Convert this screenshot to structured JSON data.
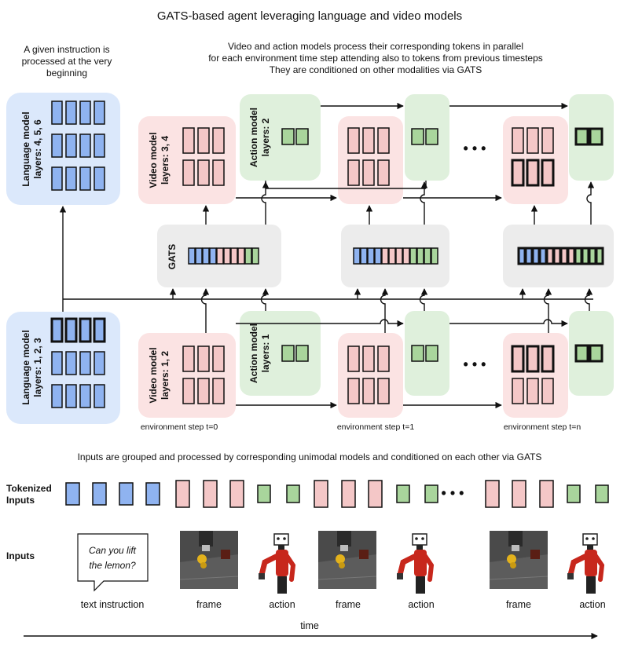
{
  "title": "GATS-based agent leveraging language and video models",
  "left_note": [
    "A given instruction is",
    "processed at the very",
    "beginning"
  ],
  "top_note": [
    "Video and action models process their corresponding tokens in parallel",
    "for each environment time step attending also to tokens from previous timesteps",
    "They are conditioned on other modalities via GATS"
  ],
  "language_top": [
    "Language model",
    "layers: 4, 5, 6"
  ],
  "language_bottom": [
    "Language model",
    "layers: 1, 2, 3"
  ],
  "video_top": [
    "Video model",
    "layers: 3, 4"
  ],
  "video_bottom": [
    "Video model",
    "layers: 1, 2"
  ],
  "action_top": [
    "Action model",
    "layers: 2"
  ],
  "action_bottom": [
    "Action model",
    "layers: 1"
  ],
  "gats_label": "GATS",
  "ellipsis": "• • •",
  "steps": [
    "environment step t=0",
    "environment step t=1",
    "environment step t=n"
  ],
  "mid_caption": "Inputs are grouped and processed by corresponding unimodal models and conditioned on each other via GATS",
  "tokenized_label": [
    "Tokenized",
    "Inputs"
  ],
  "inputs_label": "Inputs",
  "speech_text": [
    "Can you lift",
    "the lemon?"
  ],
  "input_captions": [
    "text instruction",
    "frame",
    "action",
    "frame",
    "action",
    "frame",
    "action"
  ],
  "time_label": "time",
  "colors": {
    "language_bg": "#dbe8fb",
    "video_bg": "#fbe3e3",
    "action_bg": "#dff0dc",
    "gats_bg": "#ececec",
    "language_token": "#8fb3f0",
    "video_token": "#f4c7c7",
    "action_token": "#a9d59c"
  },
  "icons": [
    "robot-arm-icon",
    "robot-scene-frame-icon"
  ]
}
